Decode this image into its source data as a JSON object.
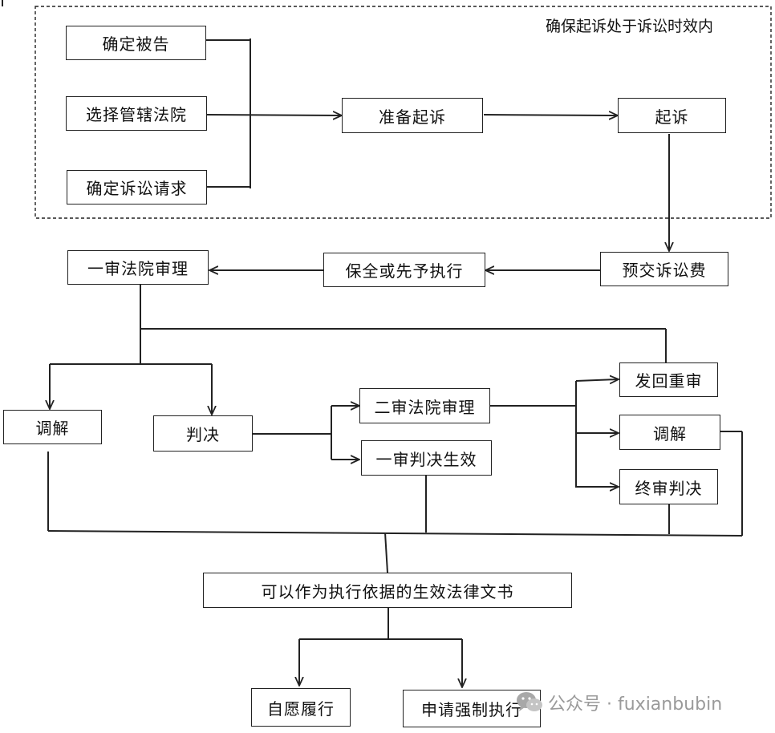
{
  "group": {
    "label": "确保起诉处于诉讼时效内"
  },
  "boxes": {
    "defendant": "确定被告",
    "court": "选择管辖法院",
    "claim": "确定诉讼请求",
    "prepare": "准备起诉",
    "sue": "起诉",
    "fee": "预交诉讼费",
    "preserve": "保全或先予执行",
    "trial1": "一审法院审理",
    "mediate1": "调解",
    "judgment": "判决",
    "trial2": "二审法院审理",
    "effective1": "一审判决生效",
    "remand": "发回重审",
    "mediate2": "调解",
    "final": "终审判决",
    "legaldoc": "可以作为执行依据的生效法律文书",
    "voluntary": "自愿履行",
    "enforce": "申请强制执行"
  },
  "watermark": {
    "text": "公众号 · fuxianbubin",
    "icon": "wechat-icon"
  }
}
